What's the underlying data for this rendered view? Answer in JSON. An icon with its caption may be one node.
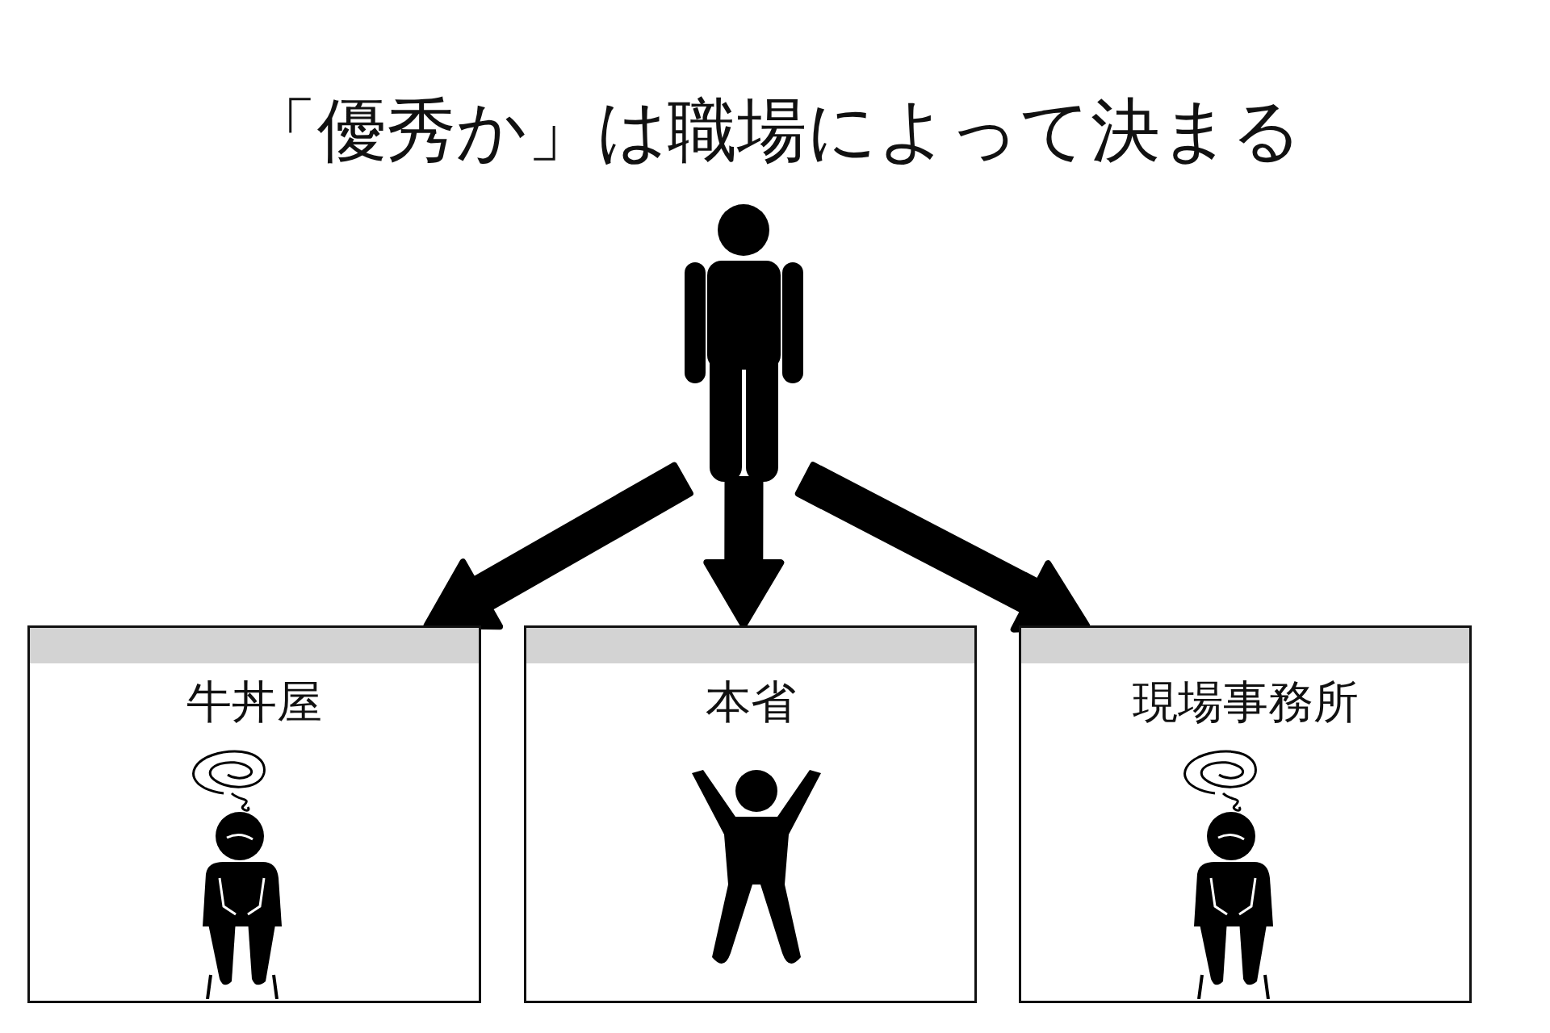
{
  "diagram": {
    "title": "「優秀か」は職場によって決まる",
    "nodes": [
      {
        "text": [],
        "shape": "person"
      },
      {
        "text": [
          "牛丼屋"
        ]
      },
      {
        "text": [
          "本省"
        ]
      },
      {
        "text": [
          "現場事務所"
        ]
      }
    ],
    "edges": [
      {
        "from": 0,
        "to": 1,
        "arrow": "to"
      },
      {
        "from": 0,
        "to": 2,
        "arrow": "to"
      },
      {
        "from": 0,
        "to": 3,
        "arrow": "to"
      }
    ]
  }
}
